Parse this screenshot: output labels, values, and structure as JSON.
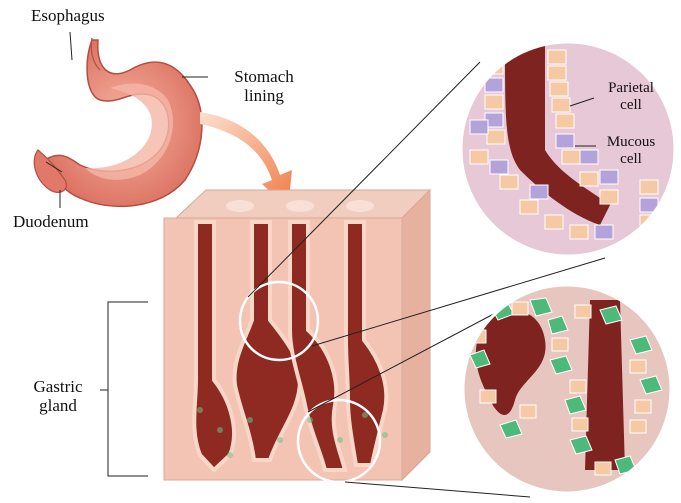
{
  "labels": {
    "esophagus": "Esophagus",
    "stomach_lining_line1": "Stomach",
    "stomach_lining_line2": "lining",
    "duodenum": "Duodenum",
    "gastric_gland_line1": "Gastric",
    "gastric_gland_line2": "gland",
    "parietal_cell_line1": "Parietal",
    "parietal_cell_line2": "cell",
    "mucous_cell_line1": "Mucous",
    "mucous_cell_line2": "cell"
  },
  "colors": {
    "stomach": "#e9897a",
    "stomach_inner": "#f2a99a",
    "tissue": "#f2c6b6",
    "gland_lumen": "#8e2a22",
    "parietal_cell": "#b9a6d9",
    "mucous_cell": "#f4c9a3",
    "chief_cell_green": "#49b97a",
    "arrow": "#f08a5c",
    "circle_bg": "#e3c3d3"
  }
}
